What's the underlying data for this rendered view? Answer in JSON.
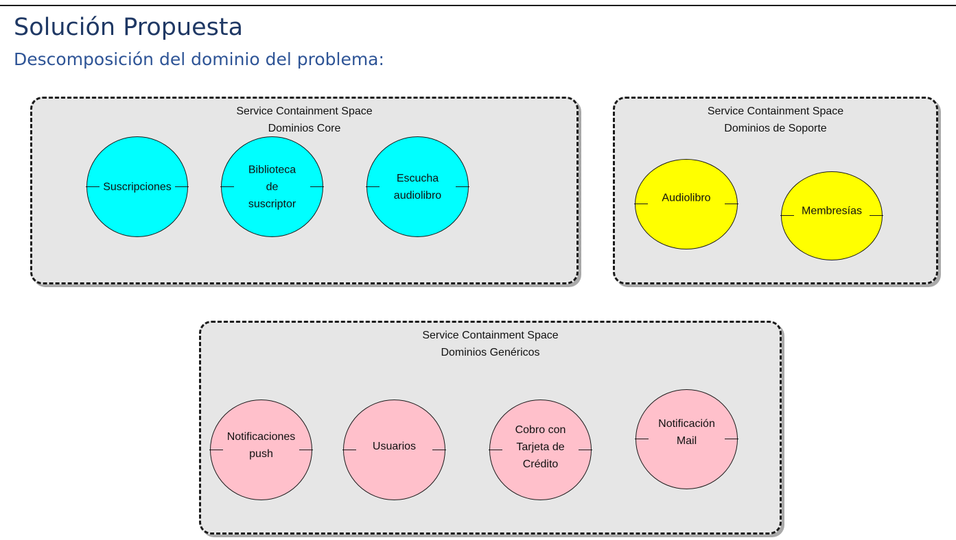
{
  "header": {
    "title": "Solución Propuesta",
    "subtitle": "Descomposición del dominio del problema:"
  },
  "colors": {
    "core": "#00ffff",
    "support": "#ffff00",
    "generic": "#ffc0cb",
    "space_fill": "#e6e6e6",
    "title": "#1f3864",
    "subtitle": "#2e5496"
  },
  "spaces": {
    "core": {
      "type": "Service Containment Space",
      "name": "Dominios Core",
      "domains": [
        "Suscripciones",
        "Biblioteca\nde\nsuscriptor",
        "Escucha\naudiolibro"
      ]
    },
    "support": {
      "type": "Service Containment Space",
      "name": "Dominios de Soporte",
      "domains": [
        "Audiolibro",
        "Membresías"
      ]
    },
    "generic": {
      "type": "Service Containment Space",
      "name": "Dominios Genéricos",
      "domains": [
        "Notificaciones\npush",
        "Usuarios",
        "Cobro con\nTarjeta de\nCrédito",
        "Notificación\nMail"
      ]
    }
  }
}
